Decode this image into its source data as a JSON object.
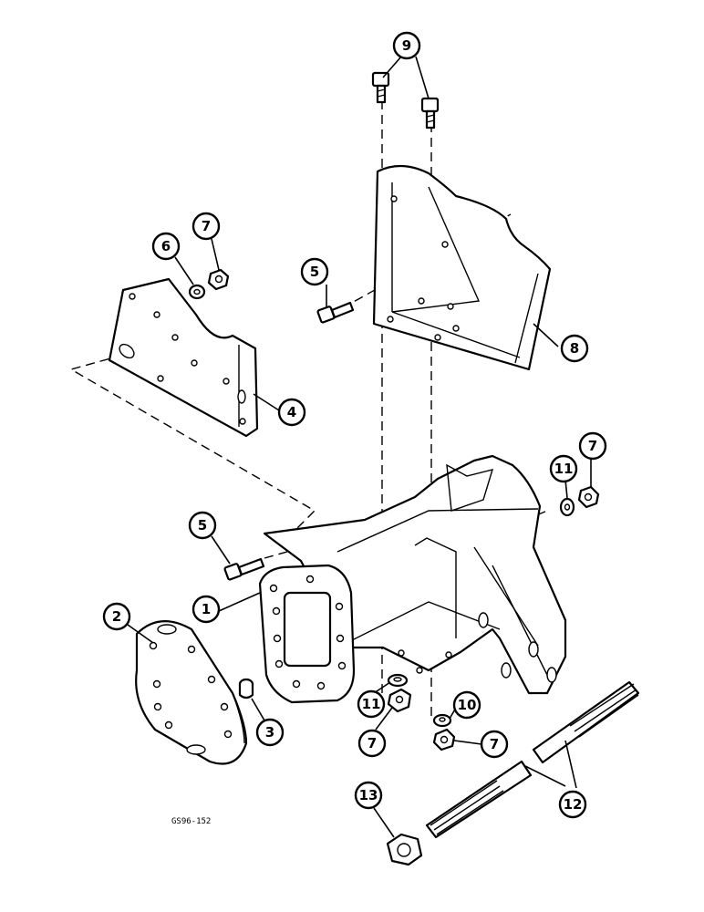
{
  "reference_code": "GS96-152",
  "callouts": [
    {
      "id": "c1",
      "label": "1"
    },
    {
      "id": "c2",
      "label": "2"
    },
    {
      "id": "c3",
      "label": "3"
    },
    {
      "id": "c4",
      "label": "4"
    },
    {
      "id": "c5a",
      "label": "5"
    },
    {
      "id": "c5b",
      "label": "5"
    },
    {
      "id": "c6",
      "label": "6"
    },
    {
      "id": "c7a",
      "label": "7"
    },
    {
      "id": "c7b",
      "label": "7"
    },
    {
      "id": "c7c",
      "label": "7"
    },
    {
      "id": "c7d",
      "label": "7"
    },
    {
      "id": "c8",
      "label": "8"
    },
    {
      "id": "c9",
      "label": "9"
    },
    {
      "id": "c10",
      "label": "10"
    },
    {
      "id": "c11a",
      "label": "11"
    },
    {
      "id": "c11b",
      "label": "11"
    },
    {
      "id": "c12",
      "label": "12"
    },
    {
      "id": "c13",
      "label": "13"
    }
  ]
}
